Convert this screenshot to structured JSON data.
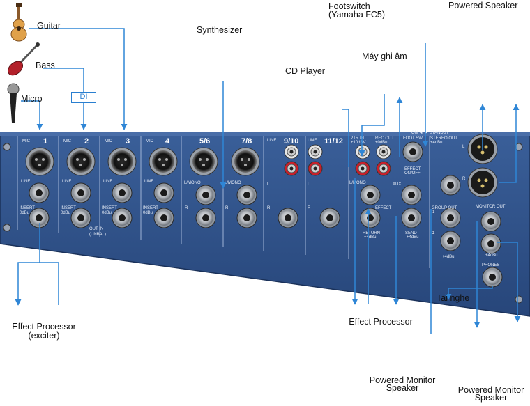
{
  "labels": {
    "guitar": "Guitar",
    "bass": "Bass",
    "micro": "Micro",
    "di": "DI",
    "synthesizer": "Synthesizer",
    "cd_player": "CD Player",
    "footswitch_line1": "Footswitch",
    "footswitch_line2": "(Yamaha FC5)",
    "recorder": "Máy ghi âm",
    "powered_speaker": "Powered Speaker",
    "effect_left_line1": "Effect Processor",
    "effect_left_line2": "(exciter)",
    "effect_right": "Effect Processor",
    "headphones": "Tai nghe",
    "monitor1_line1": "Powered Monitor",
    "monitor1_line2": "Speaker",
    "monitor2_line1": "Powered Monitor",
    "monitor2_line2": "Speaker"
  },
  "mixer": {
    "channels": [
      "1",
      "2",
      "3",
      "4",
      "5/6",
      "7/8",
      "9/10",
      "11/12"
    ],
    "mic_label": "MIC",
    "line_label": "LINE",
    "lmono_label": "L/MONO",
    "insert_label": "INSERT",
    "insert_level": "0dBu",
    "out_in_label": "OUT IN",
    "unbal_label": "(UNBAL)",
    "line_0dbu": "LINE",
    "two_tr_in": "2TR IN",
    "two_tr_level": "+10dBV",
    "rec_out": "REC OUT",
    "rec_out_level": "+0dBu",
    "foot_sw": "FOOT SW",
    "effect_onoff_1": "EFFECT",
    "effect_onoff_2": "ON/OFF",
    "stereo_out": "STEREO OUT",
    "stereo_level": "+4dBu",
    "on_standby": "ON ◄ ► STANDBY",
    "aux": "AUX",
    "effect": "EFFECT",
    "return": "RETURN",
    "send": "SEND",
    "plus4": "+4dBu",
    "group_out": "GROUP OUT",
    "monitor_out": "MONITOR OUT",
    "phones": "PHONES",
    "l": "L",
    "r": "R",
    "one": "1",
    "two": "2"
  },
  "colors": {
    "panel": "#2d4f86",
    "panel_dark": "#1f3a66",
    "wire": "#2f86d6",
    "jack_silver": "#c9ccd0",
    "rca_red": "#c8202a",
    "rca_white": "#e6e6e6"
  }
}
